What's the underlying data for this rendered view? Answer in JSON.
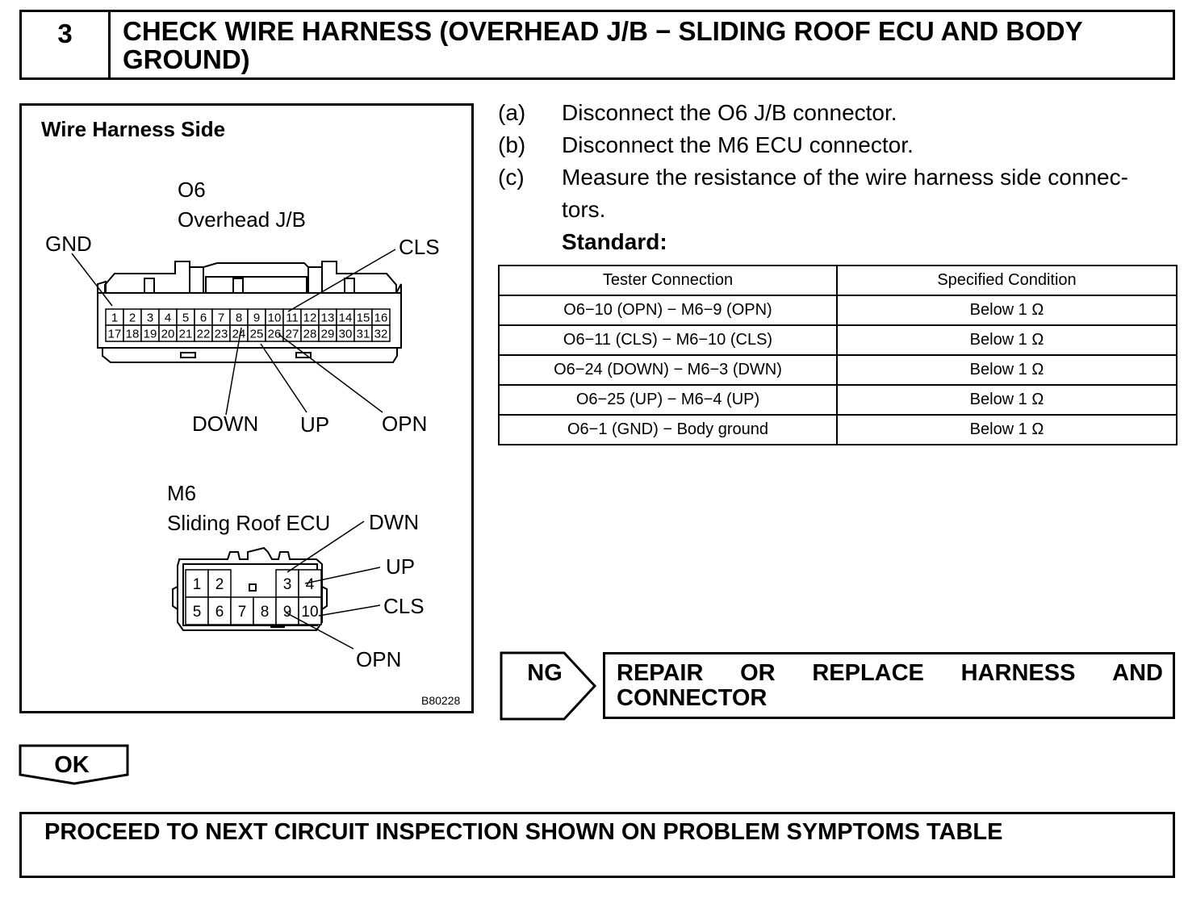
{
  "header": {
    "step_number": "3",
    "title": "CHECK WIRE HARNESS (OVERHEAD J/B − SLIDING ROOF ECU AND BODY GROUND)"
  },
  "figure": {
    "caption": "Wire Harness Side",
    "figure_id": "B80228",
    "connector1": {
      "code": "O6",
      "name": "Overhead J/B",
      "labels": {
        "gnd": "GND",
        "cls": "CLS",
        "down": "DOWN",
        "up": "UP",
        "opn": "OPN"
      }
    },
    "connector2": {
      "code": "M6",
      "name": "Sliding Roof ECU",
      "labels": {
        "dwn": "DWN",
        "up": "UP",
        "cls": "CLS",
        "opn": "OPN"
      }
    }
  },
  "steps": [
    {
      "letter": "(a)",
      "text": "Disconnect the O6 J/B connector."
    },
    {
      "letter": "(b)",
      "text": "Disconnect the M6 ECU connector."
    },
    {
      "letter": "(c)",
      "text": "Measure the resistance of the wire harness side connec-",
      "text2": "tors."
    }
  ],
  "standard_label": "Standard:",
  "table": {
    "headers": [
      "Tester Connection",
      "Specified Condition"
    ],
    "rows": [
      [
        "O6−10 (OPN) − M6−9 (OPN)",
        "Below 1 Ω"
      ],
      [
        "O6−11 (CLS) − M6−10 (CLS)",
        "Below 1 Ω"
      ],
      [
        "O6−24 (DOWN) − M6−3 (DWN)",
        "Below 1 Ω"
      ],
      [
        "O6−25 (UP) − M6−4 (UP)",
        "Below 1 Ω"
      ],
      [
        "O6−1 (GND) − Body ground",
        "Below 1 Ω"
      ]
    ]
  },
  "ng": {
    "tag": "NG",
    "words_line1": [
      "REPAIR",
      "OR",
      "REPLACE",
      "HARNESS",
      "AND"
    ],
    "line2": "CONNECTOR"
  },
  "ok": {
    "tag": "OK"
  },
  "final": {
    "text": "PROCEED TO NEXT CIRCUIT INSPECTION SHOWN ON PROBLEM SYMPTOMS TABLE"
  }
}
